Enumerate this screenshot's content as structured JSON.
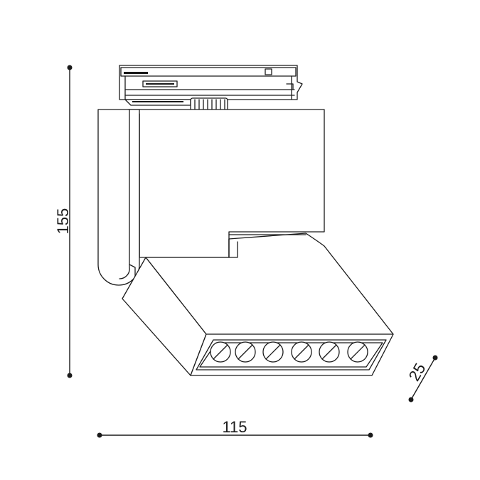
{
  "dimensions": {
    "height": "155",
    "width": "115",
    "depth": "25"
  },
  "colors": {
    "line": "#1a1a1a",
    "background": "#ffffff"
  }
}
